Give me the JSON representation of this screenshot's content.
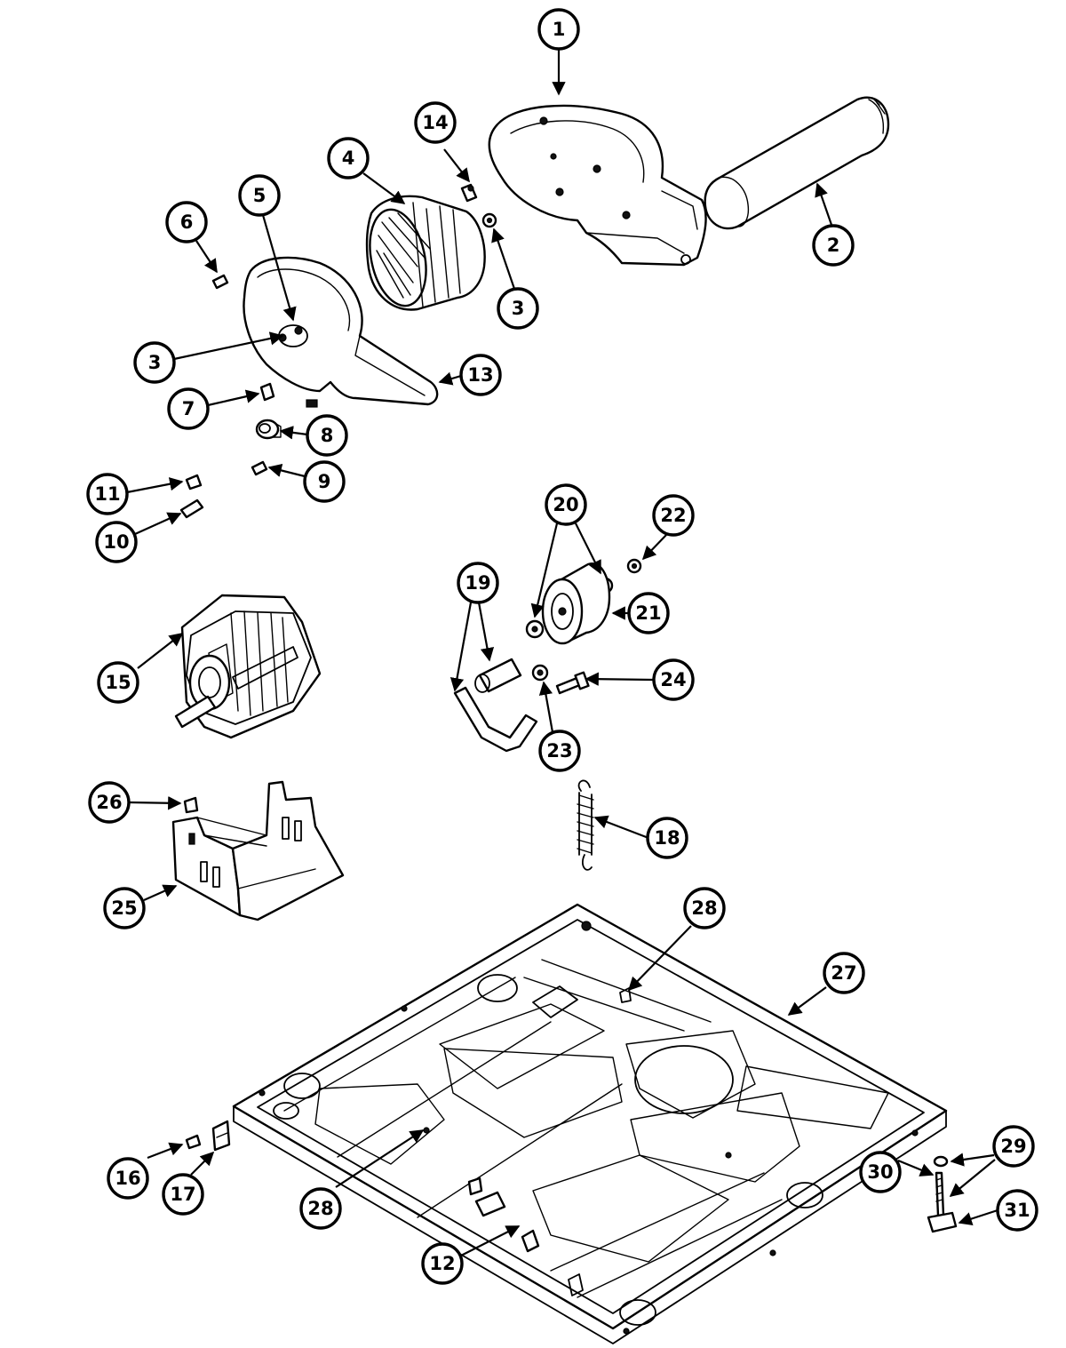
{
  "callouts": [
    {
      "id": "c1",
      "label": "1"
    },
    {
      "id": "c2",
      "label": "2"
    },
    {
      "id": "c3a",
      "label": "3"
    },
    {
      "id": "c3b",
      "label": "3"
    },
    {
      "id": "c4",
      "label": "4"
    },
    {
      "id": "c5",
      "label": "5"
    },
    {
      "id": "c6",
      "label": "6"
    },
    {
      "id": "c7",
      "label": "7"
    },
    {
      "id": "c8",
      "label": "8"
    },
    {
      "id": "c9",
      "label": "9"
    },
    {
      "id": "c10",
      "label": "10"
    },
    {
      "id": "c11",
      "label": "11"
    },
    {
      "id": "c12",
      "label": "12"
    },
    {
      "id": "c13",
      "label": "13"
    },
    {
      "id": "c14",
      "label": "14"
    },
    {
      "id": "c15",
      "label": "15"
    },
    {
      "id": "c16",
      "label": "16"
    },
    {
      "id": "c17",
      "label": "17"
    },
    {
      "id": "c18",
      "label": "18"
    },
    {
      "id": "c19",
      "label": "19"
    },
    {
      "id": "c20",
      "label": "20"
    },
    {
      "id": "c21",
      "label": "21"
    },
    {
      "id": "c22",
      "label": "22"
    },
    {
      "id": "c23",
      "label": "23"
    },
    {
      "id": "c24",
      "label": "24"
    },
    {
      "id": "c25",
      "label": "25"
    },
    {
      "id": "c26",
      "label": "26"
    },
    {
      "id": "c27",
      "label": "27"
    },
    {
      "id": "c28a",
      "label": "28"
    },
    {
      "id": "c28b",
      "label": "28"
    },
    {
      "id": "c29",
      "label": "29"
    },
    {
      "id": "c30",
      "label": "30"
    },
    {
      "id": "c31",
      "label": "31"
    }
  ]
}
